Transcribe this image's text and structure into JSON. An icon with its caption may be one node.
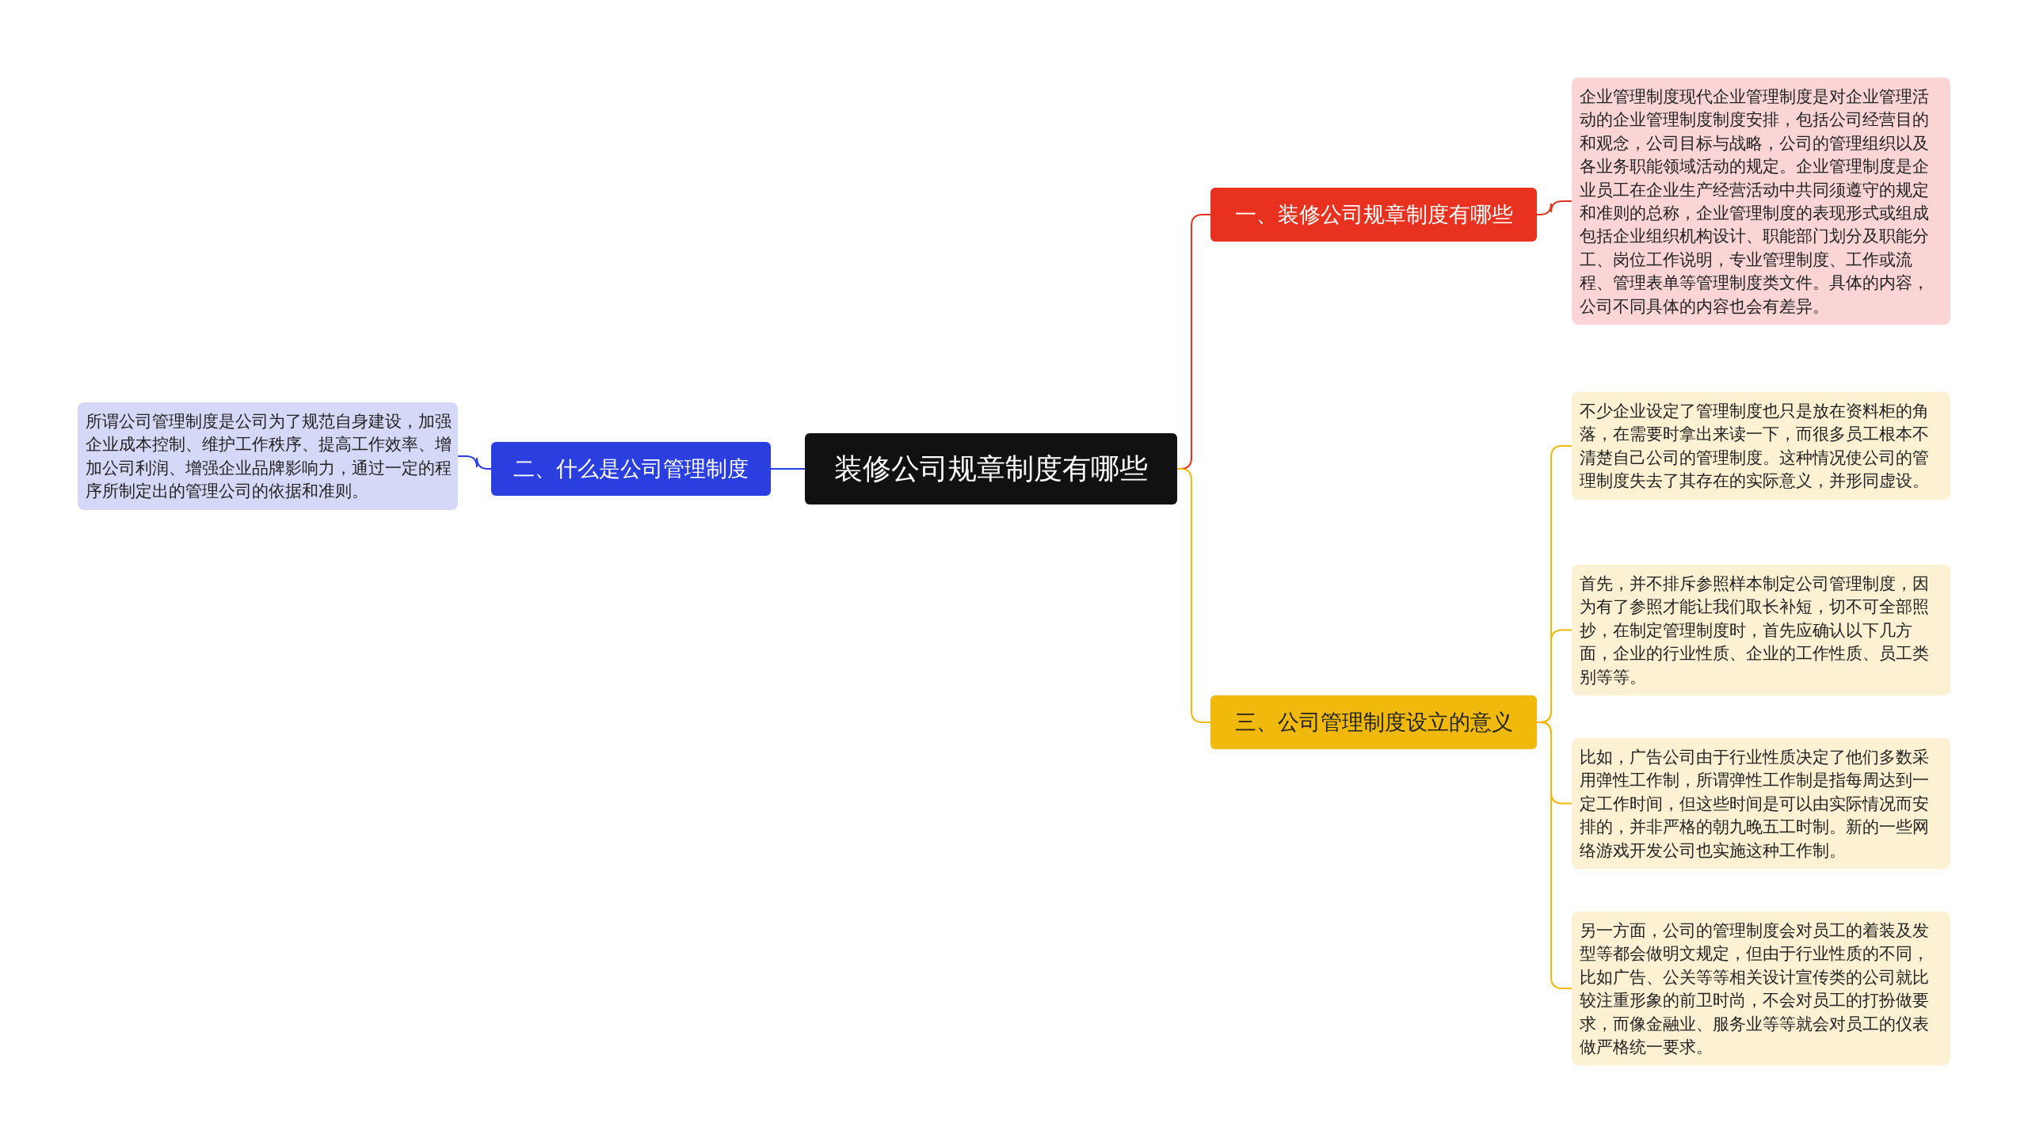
{
  "diagram": {
    "nodes": [
      {
        "text": [
          "装修公司规章制度有哪些"
        ]
      },
      {
        "text": [
          "一、装修公司规章制度有哪些"
        ]
      },
      {
        "text": [
          "企业管理制度现代企业管理制度是对企业管理活动的企业管理制度制度安排，包括公司经营目的和观念，公司目标与战略，公司的管理组织以及各业务职能领域活动的规定。企业管理制度是企业员工在企业生产经营活动中共同须遵守的规定和准则的总称，企业管理制度的表现形式或组成包括企业组织机构设计、职能部门划分及职能分工、岗位工作说明，专业管理制度、工作或流程、管理表单等管理制度类文件。具体的内容，公司不同具体的内容也会有差异。"
        ]
      },
      {
        "text": [
          "二、什么是公司管理制度"
        ]
      },
      {
        "text": [
          "所谓公司管理制度是公司为了规范自身建设，加强企业成本控制、维护工作秩序、提高工作效率、增加公司利润、增强企业品牌影响力，通过一定的程序所制定出的管理公司的依据和准则。"
        ]
      },
      {
        "text": [
          "三、公司管理制度设立的意义"
        ]
      },
      {
        "text": [
          "不少企业设定了管理制度也只是放在资料柜的角落，在需要时拿出来读一下，而很多员工根本不清楚自己公司的管理制度。这种情况使公司的管理制度失去了其存在的实际意义，并形同虚设。"
        ]
      },
      {
        "text": [
          "首先，并不排斥参照样本制定公司管理制度，因为有了参照才能让我们取长补短，切不可全部照抄，在制定管理制度时，首先应确认以下几方面，企业的行业性质、企业的工作性质、员工类别等等。"
        ]
      },
      {
        "text": [
          "比如，广告公司由于行业性质决定了他们多数采用弹性工作制，所谓弹性工作制是指每周达到一定工作时间，但这些时间是可以由实际情况而安排的，并非严格的朝九晚五工时制。新的一些网络游戏开发公司也实施这种工作制。"
        ]
      },
      {
        "text": [
          "另一方面，公司的管理制度会对员工的着装及发型等都会做明文规定，但由于行业性质的不同，比如广告、公关等等相关设计宣传类的公司就比较注重形象的前卫时尚，不会对员工的打扮做要求，而像金融业、服务业等等就会对员工的仪表做严格统一要求。"
        ]
      }
    ],
    "edges": [
      {
        "from": 0,
        "to": 1,
        "arrow": "none",
        "color": "#e8321f"
      },
      {
        "from": 1,
        "to": 2,
        "arrow": "none",
        "color": "#e8321f"
      },
      {
        "from": 0,
        "to": 3,
        "arrow": "none",
        "color": "#2b3fe0"
      },
      {
        "from": 3,
        "to": 4,
        "arrow": "none",
        "color": "#2b3fe0"
      },
      {
        "from": 0,
        "to": 5,
        "arrow": "none"
      },
      {
        "from": 5,
        "to": 6,
        "arrow": "none"
      },
      {
        "from": 5,
        "to": 7,
        "arrow": "none"
      },
      {
        "from": 5,
        "to": 8,
        "arrow": "none"
      },
      {
        "from": 5,
        "to": 9,
        "arrow": "none"
      }
    ]
  }
}
